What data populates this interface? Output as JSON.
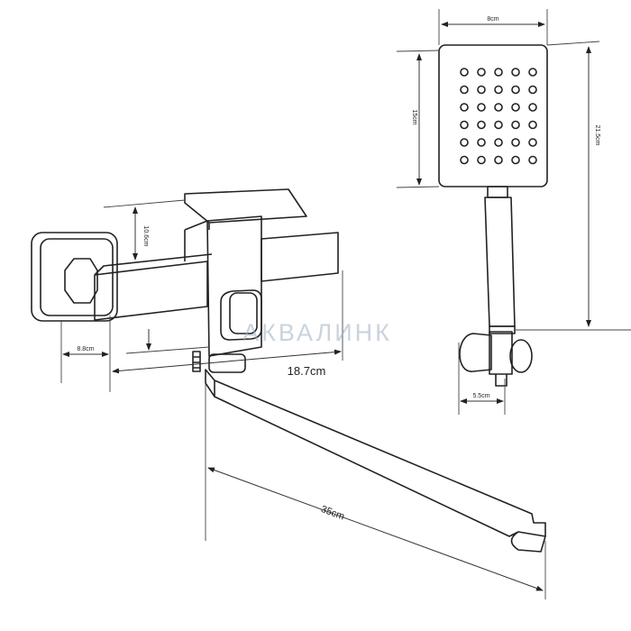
{
  "dimensions": {
    "head_width": "8cm",
    "head_height": "15cm",
    "shower_total_height": "21.5cm",
    "holder_width": "5.5cm",
    "body_height": "10.6cm",
    "wall_offset": "8.8cm",
    "body_width": "18.7cm",
    "spout_length": "35cm"
  },
  "watermark": "АКВАЛИНК",
  "colors": {
    "line": "#222222",
    "watermark": "#9fb0c4"
  }
}
